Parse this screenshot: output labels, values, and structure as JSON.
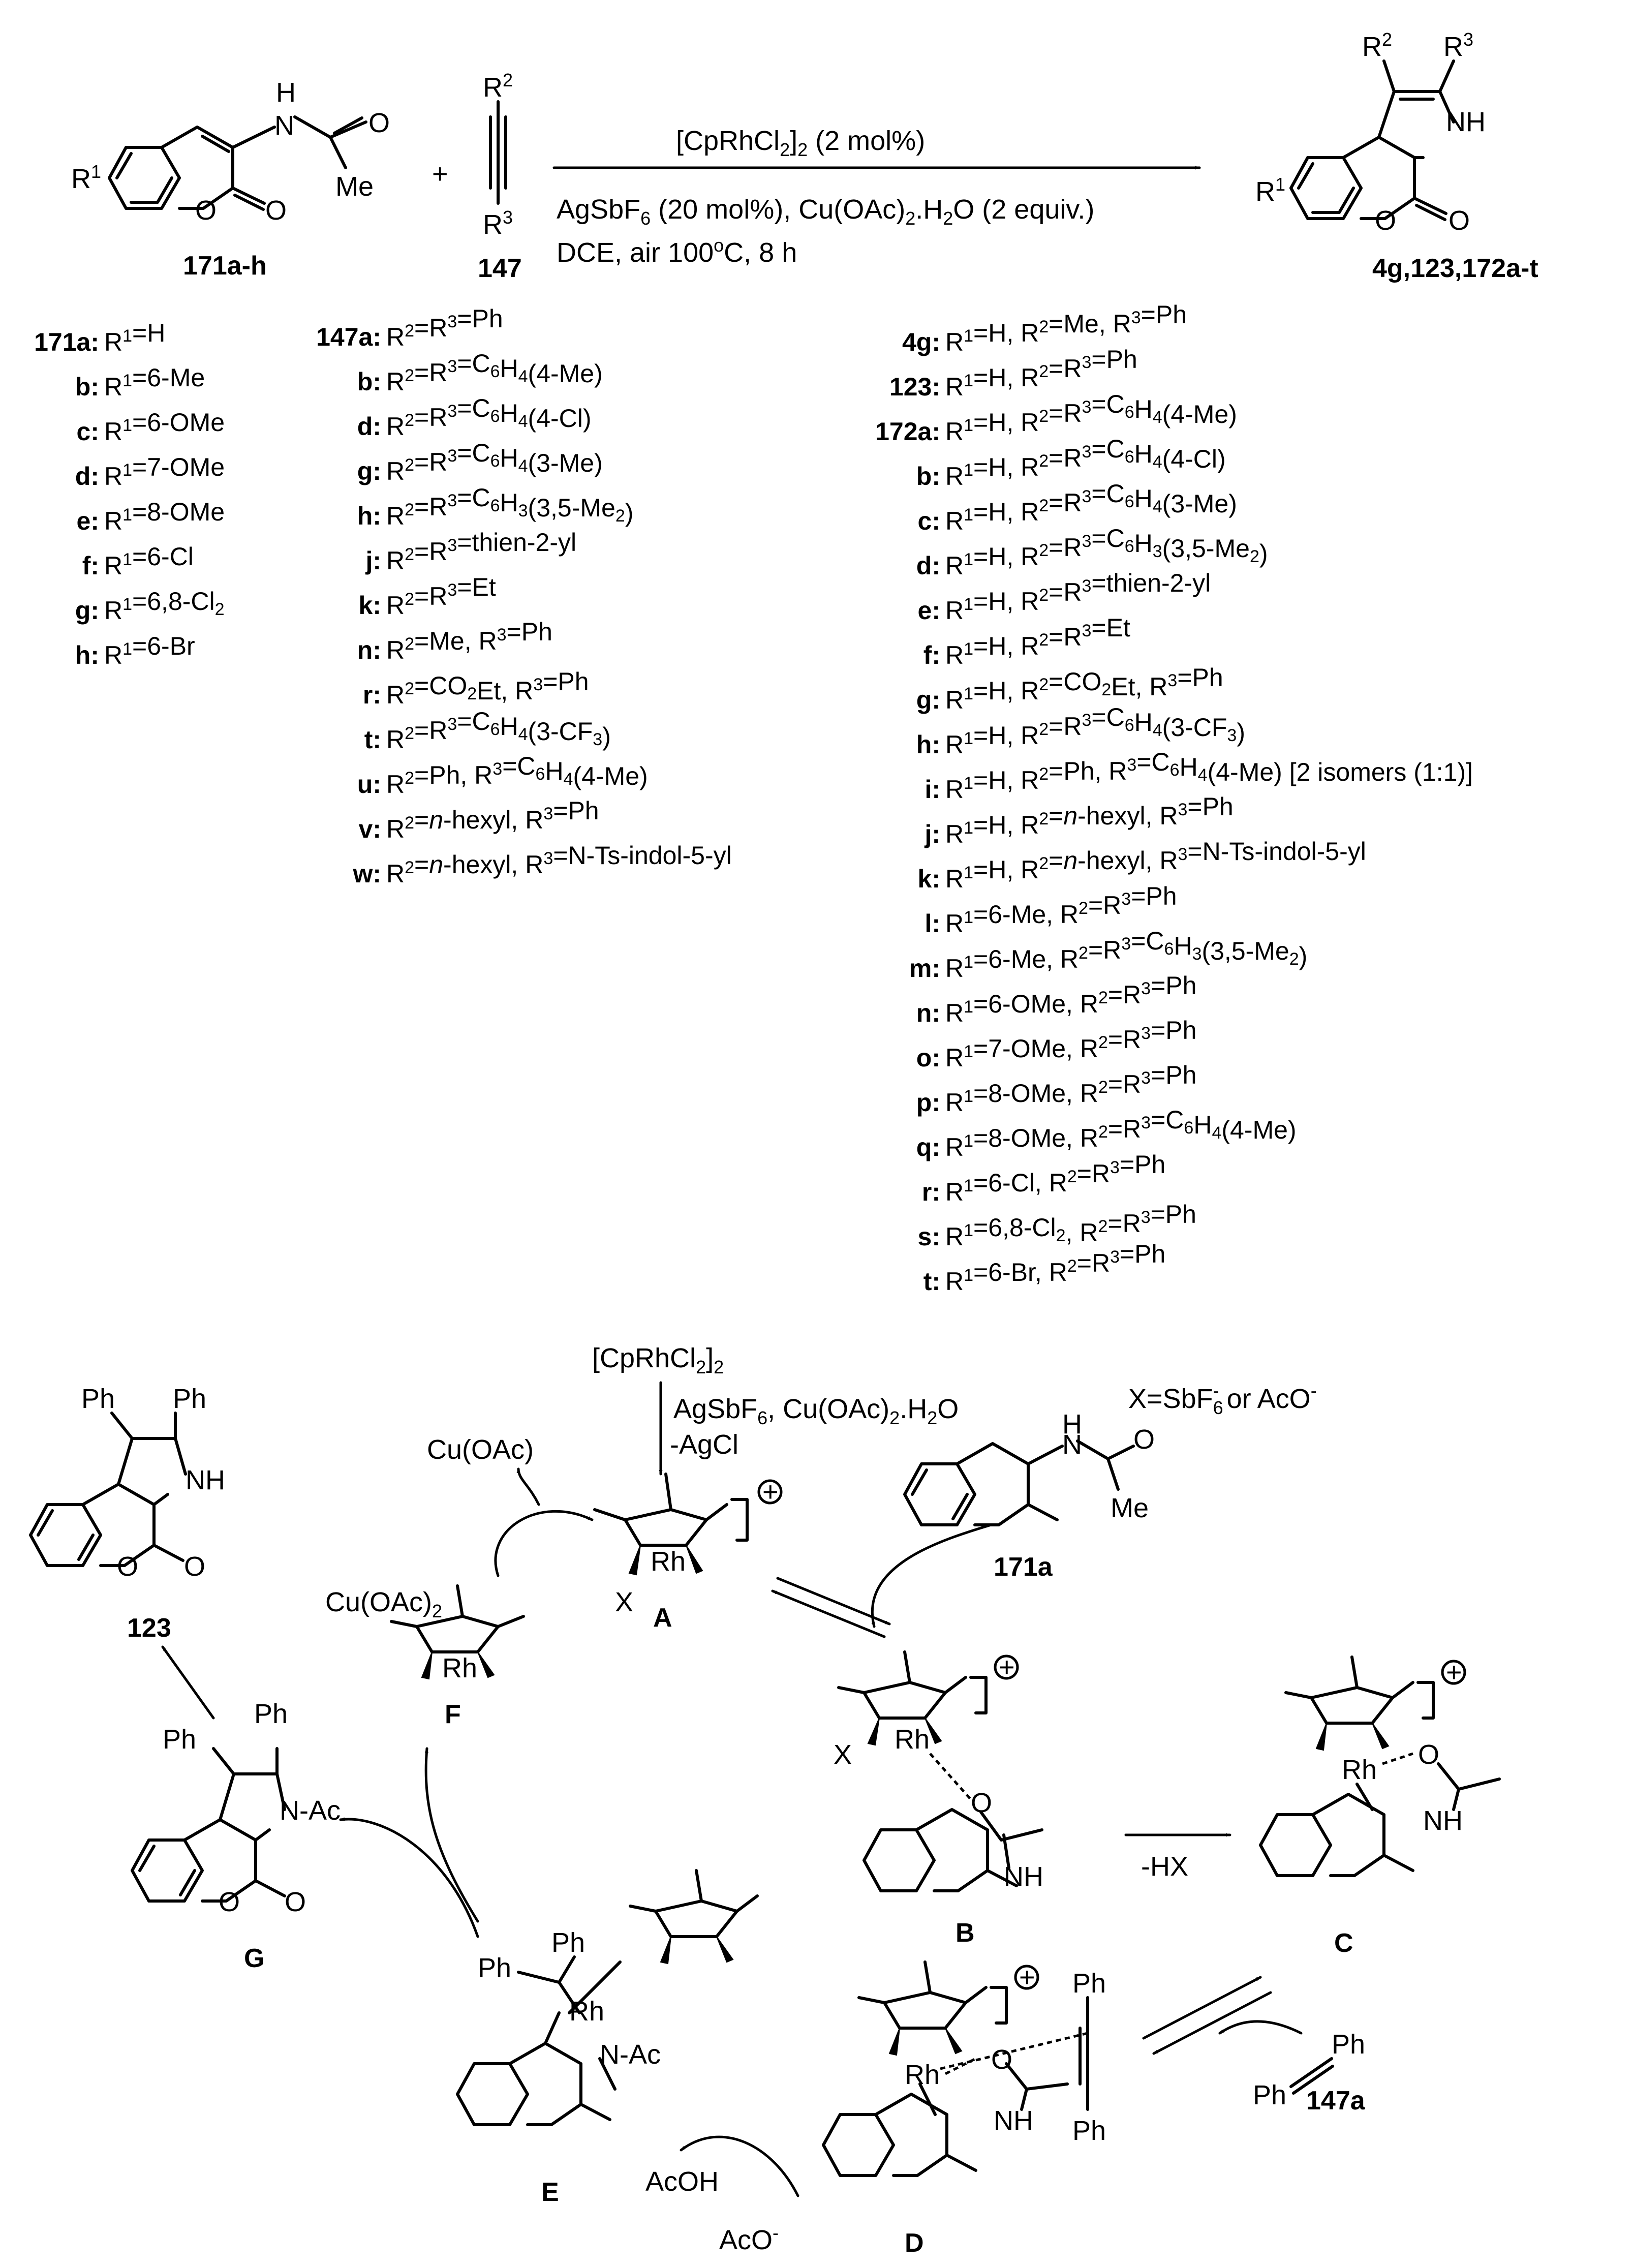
{
  "reaction": {
    "substrate": {
      "r1": "R",
      "r1_sup": "1",
      "nh_h": "H",
      "nh_n": "N",
      "o_carbonyl": "O",
      "me": "Me",
      "o_ring": "O",
      "o_lactone": "O",
      "label": "171a-h"
    },
    "plus": "+",
    "alkyne": {
      "r2": "R",
      "r2_sup": "2",
      "r3": "R",
      "r3_sup": "3",
      "label": "147"
    },
    "conditions": {
      "line1_a": "[CpRhCl",
      "line1_b": "2",
      "line1_c": "]",
      "line1_d": "2",
      "line1_e": " (2 mol%)",
      "line2_a": "AgSbF",
      "line2_b": "6",
      "line2_c": " (20 mol%), Cu(OAc)",
      "line2_d": "2",
      "line2_e": ".H",
      "line2_f": "2",
      "line2_g": "O (2 equiv.)",
      "line3_a": "DCE, air 100",
      "line3_b": "o",
      "line3_c": "C, 8 h"
    },
    "product": {
      "r1": "R",
      "r1_sup": "1",
      "r2": "R",
      "r2_sup": "2",
      "r3": "R",
      "r3_sup": "3",
      "nh": "NH",
      "o_ring": "O",
      "o_lactone": "O",
      "label": "4g,123,172a-t"
    }
  },
  "table_171": [
    {
      "id": "171a:",
      "text": "R1=H"
    },
    {
      "id": "b:",
      "text": "R1=6-Me"
    },
    {
      "id": "c:",
      "text": "R1=6-OMe"
    },
    {
      "id": "d:",
      "text": "R1=7-OMe"
    },
    {
      "id": "e:",
      "text": "R1=8-OMe"
    },
    {
      "id": "f:",
      "text": "R1=6-Cl"
    },
    {
      "id": "g:",
      "text": "R1=6,8-Cl2"
    },
    {
      "id": "h:",
      "text": "R1=6-Br"
    }
  ],
  "table_147": [
    {
      "id": "147a:",
      "text": "R2=R3=Ph"
    },
    {
      "id": "b:",
      "text": "R2=R3=C6H4(4-Me)"
    },
    {
      "id": "d:",
      "text": "R2=R3=C6H4(4-Cl)"
    },
    {
      "id": "g:",
      "text": "R2=R3=C6H4(3-Me)"
    },
    {
      "id": "h:",
      "text": "R2=R3=C6H3(3,5-Me2)"
    },
    {
      "id": "j:",
      "text": "R2=R3=thien-2-yl"
    },
    {
      "id": "k:",
      "text": "R2=R3=Et"
    },
    {
      "id": "n:",
      "text": "R2=Me, R3=Ph"
    },
    {
      "id": "r:",
      "text": "R2=CO2Et, R3=Ph"
    },
    {
      "id": "t:",
      "text": "R2=R3=C6H4(3-CF3)"
    },
    {
      "id": "u:",
      "text": "R2=Ph, R3=C6H4(4-Me)"
    },
    {
      "id": "v:",
      "text": "R2=n-hexyl, R3=Ph"
    },
    {
      "id": "w:",
      "text": "R2=n-hexyl, R3=N-Ts-indol-5-yl"
    }
  ],
  "table_products": [
    {
      "id": "4g:",
      "text": "R1=H, R2=Me, R3=Ph"
    },
    {
      "id": "123:",
      "text": "R1=H, R2=R3=Ph"
    },
    {
      "id": "172a:",
      "text": "R1=H, R2=R3=C6H4(4-Me)"
    },
    {
      "id": "b:",
      "text": "R1=H, R2=R3=C6H4(4-Cl)"
    },
    {
      "id": "c:",
      "text": "R1=H, R2=R3=C6H4(3-Me)"
    },
    {
      "id": "d:",
      "text": "R1=H, R2=R3=C6H3(3,5-Me2)"
    },
    {
      "id": "e:",
      "text": "R1=H, R2=R3=thien-2-yl"
    },
    {
      "id": "f:",
      "text": "R1=H, R2=R3=Et"
    },
    {
      "id": "g:",
      "text": "R1=H, R2=CO2Et, R3=Ph"
    },
    {
      "id": "h:",
      "text": "R1=H, R2=R3=C6H4(3-CF3)"
    },
    {
      "id": "i:",
      "text": "R1=H, R2=Ph, R3=C6H4(4-Me) [2 isomers (1:1)]"
    },
    {
      "id": "j:",
      "text": "R1=H, R2=n-hexyl, R3=Ph"
    },
    {
      "id": "k:",
      "text": "R1=H, R2=n-hexyl, R3=N-Ts-indol-5-yl"
    },
    {
      "id": "l:",
      "text": "R1=6-Me, R2=R3=Ph"
    },
    {
      "id": "m:",
      "text": "R1=6-Me, R2=R3=C6H3(3,5-Me2)"
    },
    {
      "id": "n:",
      "text": "R1=6-OMe, R2=R3=Ph"
    },
    {
      "id": "o:",
      "text": "R1=7-OMe, R2=R3=Ph"
    },
    {
      "id": "p:",
      "text": "R1=8-OMe, R2=R3=Ph"
    },
    {
      "id": "q:",
      "text": "R1=8-OMe, R2=R3=C6H4(4-Me)"
    },
    {
      "id": "r:",
      "text": "R1=6-Cl, R2=R3=Ph"
    },
    {
      "id": "s:",
      "text": "R1=6,8-Cl2, R2=R3=Ph"
    },
    {
      "id": "t:",
      "text": "R1=6-Br, R2=R3=Ph"
    }
  ],
  "mechanism": {
    "catalyst": {
      "a": "[CpRhCl",
      "b": "2",
      "c": "]",
      "d": "2"
    },
    "activation": {
      "l1_a": "AgSbF",
      "l1_b": "6",
      "l1_c": ", Cu(OAc)",
      "l1_d": "2",
      "l1_e": ".H",
      "l1_f": "2",
      "l1_g": "O",
      "l2": "-AgCl"
    },
    "x_def": {
      "a": "X=SbF",
      "b": "6",
      "c": "-",
      "d": " or AcO",
      "e": "-"
    },
    "substrate_label": "171a",
    "rh": "Rh",
    "x": "X",
    "charge": "+",
    "cuoac": "Cu(OAc)",
    "cuoac2": {
      "a": "Cu(OAc)",
      "b": "2"
    },
    "minus_hx": "-HX",
    "acoh": "AcOH",
    "aco": {
      "a": "AcO",
      "b": "-"
    },
    "ph": "Ph",
    "nh": "NH",
    "n_ac": "N-Ac",
    "o": "O",
    "me": "Me",
    "alkyne_label": "147a",
    "labels": {
      "A": "A",
      "B": "B",
      "C": "C",
      "D": "D",
      "E": "E",
      "F": "F",
      "G": "G",
      "product": "123"
    }
  }
}
